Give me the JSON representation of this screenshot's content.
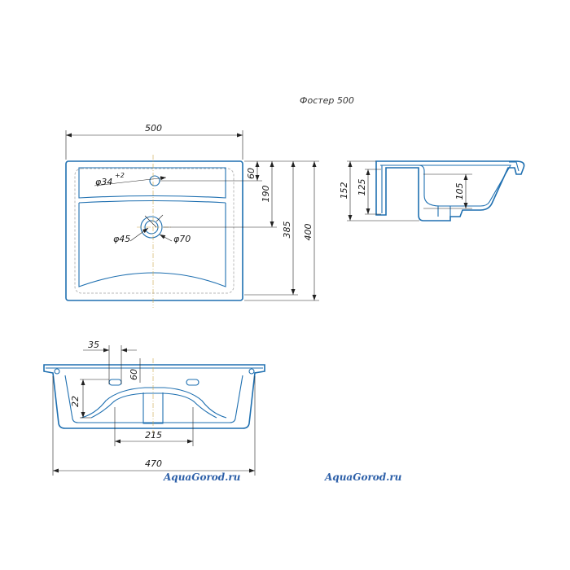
{
  "title": "Фостер 500",
  "watermarks": [
    "AquaGorod.ru",
    "AquaGorod.ru"
  ],
  "colors": {
    "outline": "#1e6fb0",
    "dimension": "#222222",
    "watermark": "#2c5fa8"
  },
  "top_view": {
    "width": "500",
    "hole_diameter": "φ34",
    "hole_tolerance": "+2",
    "dim_60": "60",
    "dim_190": "190",
    "dim_385": "385",
    "dim_400": "400",
    "drain_inner": "φ45",
    "drain_outer": "φ70"
  },
  "side_view": {
    "dim_152": "152",
    "dim_125": "125",
    "dim_105": "105"
  },
  "front_view": {
    "dim_35": "35",
    "dim_60": "60",
    "dim_22": "22",
    "dim_215": "215",
    "dim_470": "470"
  }
}
